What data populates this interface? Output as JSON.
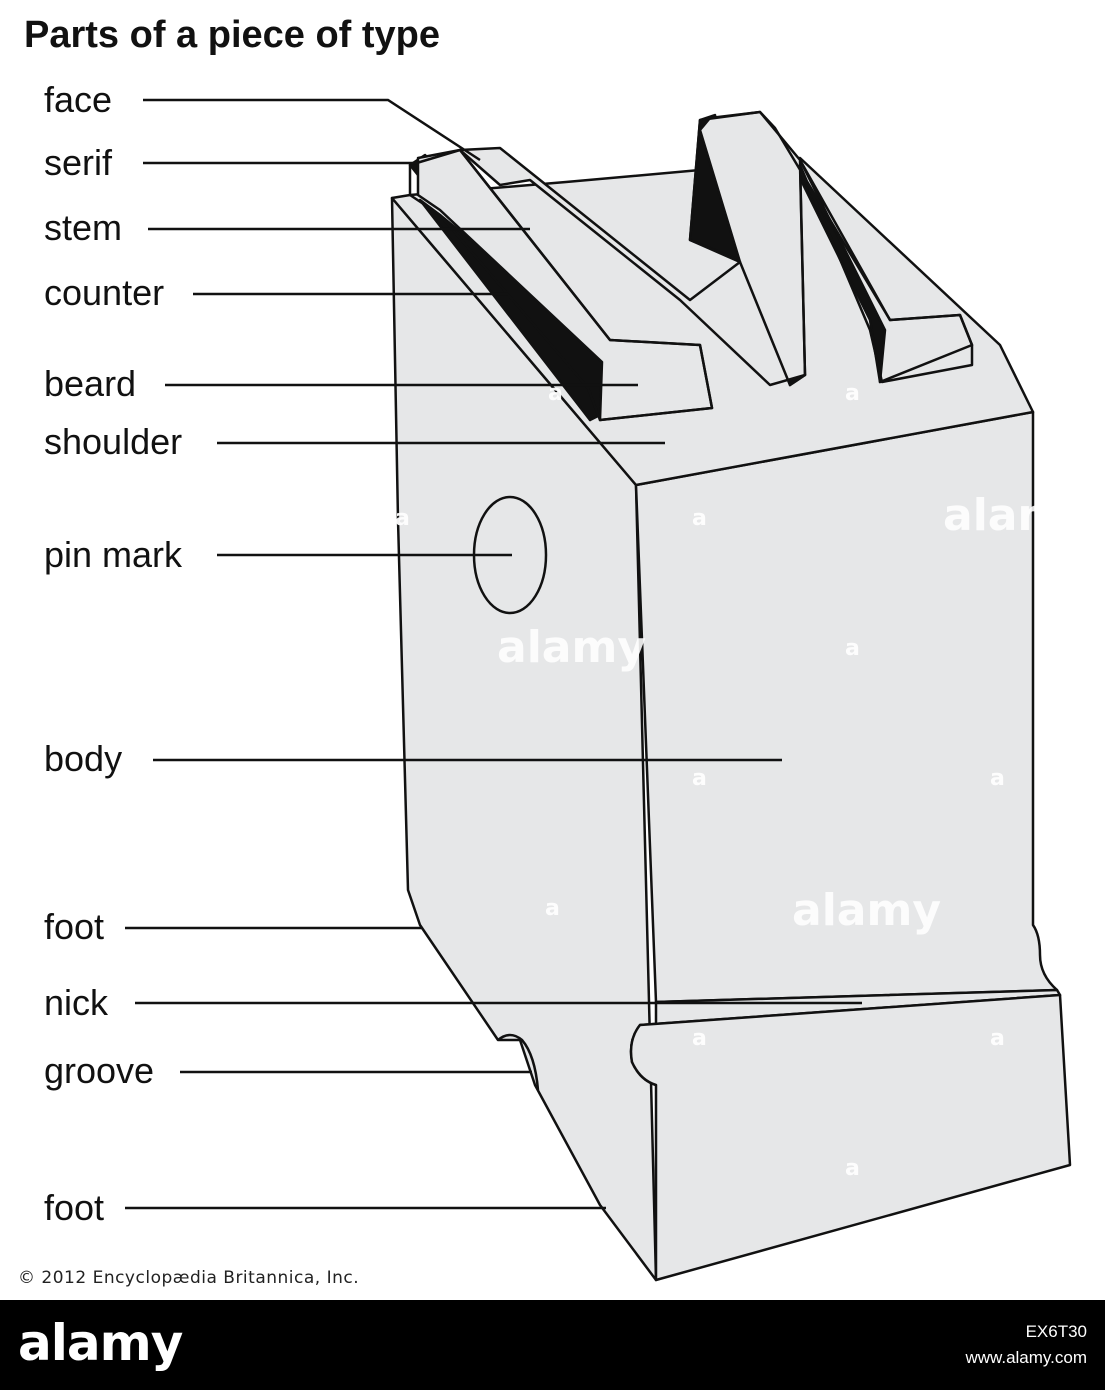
{
  "title": "Parts of a piece of type",
  "labels": {
    "face": "face",
    "serif": "serif",
    "stem": "stem",
    "counter": "counter",
    "beard": "beard",
    "shoulder": "shoulder",
    "pin_mark": "pin mark",
    "body": "body",
    "foot_upper": "foot",
    "nick": "nick",
    "groove": "groove",
    "foot_lower": "foot"
  },
  "copyright": "© 2012 Encyclopædia Britannica, Inc.",
  "watermark": {
    "small": "a",
    "large": "alamy"
  },
  "footer": {
    "brand": "alamy",
    "image_code": "EX6T30",
    "url": "www.alamy.com"
  },
  "colors": {
    "block_fill": "#e6e7e8",
    "outline": "#111111",
    "letter": "#111111",
    "footer_bg": "#000000"
  }
}
